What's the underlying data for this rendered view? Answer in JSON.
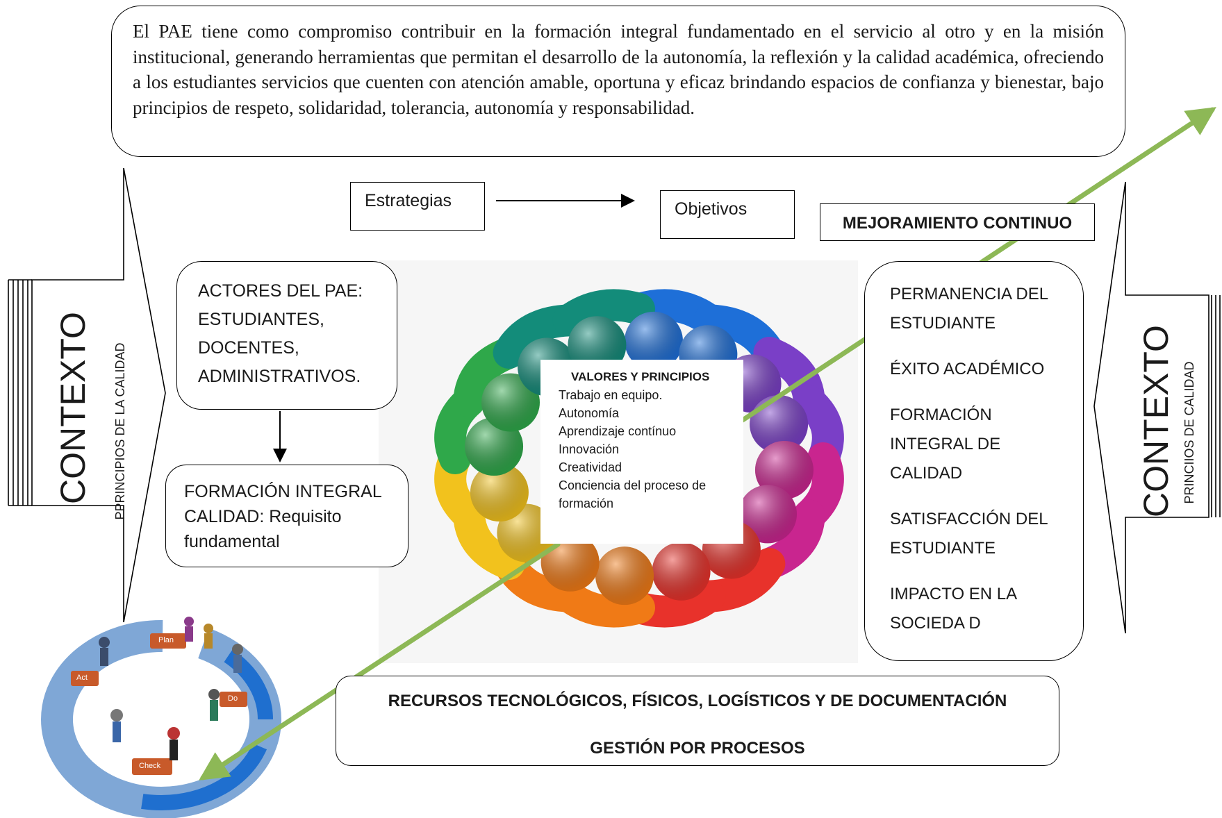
{
  "mission_text": "El PAE tiene como compromiso contribuir en la formación integral fundamentado en el servicio al otro y en la misión institucional, generando herramientas que permitan el desarrollo de la autonomía, la reflexión y la calidad académica, ofreciendo  a los estudiantes servicios que cuenten con atención amable, oportuna y eficaz brindando espacios de confianza y bienestar, bajo principios de respeto, solidaridad, tolerancia, autonomía y responsabilidad.",
  "strategies": "Estrategias",
  "objectives": "Objetivos",
  "continuous_improvement": "MEJORAMIENTO CONTINUO",
  "actors": [
    "ACTORES DEL PAE:",
    "ESTUDIANTES,",
    "DOCENTES,",
    "ADMINISTRATIVOS."
  ],
  "integral_formation": [
    "FORMACIÓN INTEGRAL",
    "CALIDAD: Requisito",
    "fundamental"
  ],
  "values": {
    "title": "VALORES  Y PRINCIPIOS",
    "items": [
      "Trabajo en equipo.",
      "Autonomía",
      "Aprendizaje contínuo",
      "Innovación",
      "Creatividad",
      "Conciencia del proceso de formación"
    ]
  },
  "outcomes": [
    [
      "PERMANENCIA DEL",
      "ESTUDIANTE"
    ],
    [
      "ÉXITO ACADÉMICO"
    ],
    [
      "FORMACIÓN",
      "INTEGRAL DE",
      "CALIDAD"
    ],
    [
      "SATISFACCIÓN DEL",
      "ESTUDIANTE"
    ],
    [
      "IMPACTO EN LA",
      "SOCIEDA D"
    ]
  ],
  "resources": "RECURSOS TECNOLÓGICOS, FÍSICOS, LOGÍSTICOS Y DE DOCUMENTACIÓN",
  "process_management": "GESTIÓN POR PROCESOS",
  "context_left": {
    "title": "CONTEXTO",
    "subtitle": "PPRINCIPIOS DE LA CALIDAD"
  },
  "context_right": {
    "title": "CONTEXTO",
    "subtitle": "PRINCIIOS DE CALIDAD"
  },
  "pdca": {
    "plan": "Plan",
    "do": "Do",
    "check": "Check",
    "act": "Act"
  },
  "colors": {
    "arrow_green": "#8db856",
    "ring": [
      "#1e6fd8",
      "#7a3fc7",
      "#c9258f",
      "#e8322b",
      "#f07a16",
      "#f2c21d",
      "#2fa84a",
      "#138c7a"
    ]
  }
}
